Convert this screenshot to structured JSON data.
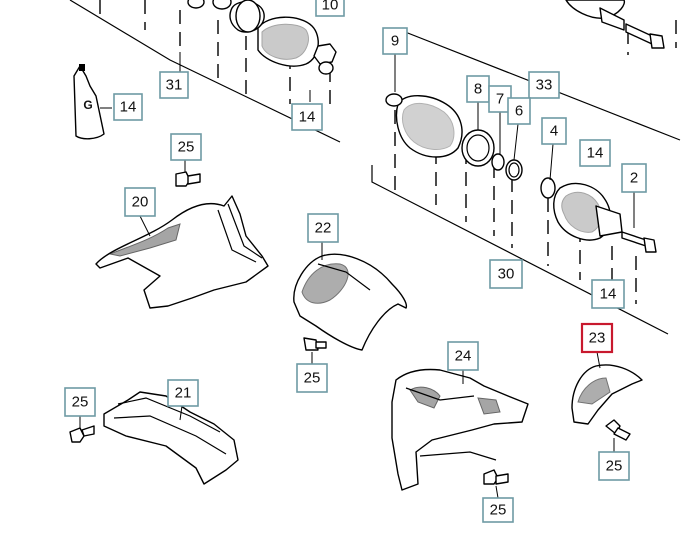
{
  "tube_label": "G",
  "colors": {
    "callout_border": "#6e9aa4",
    "selected_border": "#c8192e"
  },
  "callouts": {
    "c10": "10",
    "c31": "31",
    "c14_tube": "14",
    "c14_upper": "14",
    "c9": "9",
    "c8": "8",
    "c7": "7",
    "c33": "33",
    "c6": "6",
    "c4": "4",
    "c14_right": "14",
    "c2": "2",
    "c25_top": "25",
    "c20": "20",
    "c22": "22",
    "c30": "30",
    "c14_lower": "14",
    "c23": "23",
    "c25_mid": "25",
    "c24": "24",
    "c25_left": "25",
    "c21": "21",
    "c25_right": "25",
    "c25_bottom": "25"
  }
}
